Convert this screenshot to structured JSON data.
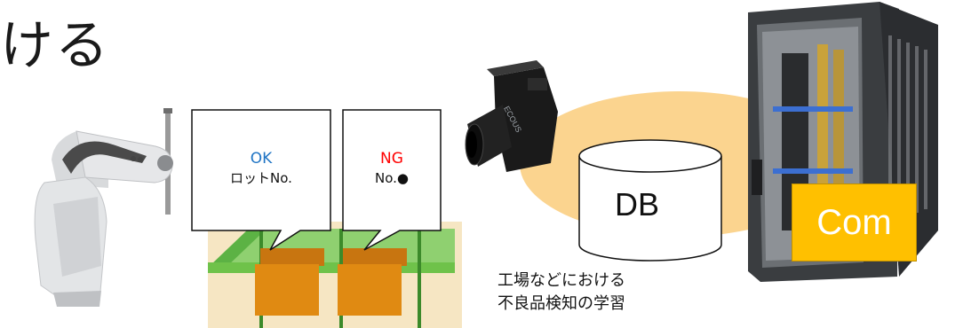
{
  "heading_fragment": "ける",
  "bubble_ok": {
    "status": "OK",
    "status_color": "#1f74c4",
    "detail": "ロットNo."
  },
  "bubble_ng": {
    "status": "NG",
    "status_color": "#ff0000",
    "detail": "No.●"
  },
  "camera": {
    "brand": "ECOUS"
  },
  "database": {
    "label": "DB"
  },
  "computer": {
    "label": "Com"
  },
  "caption": {
    "line1": "工場などにおける",
    "line2": "不良品検知の学習"
  },
  "colors": {
    "accent_orange": "#e08a12",
    "conveyor_green": "#6fc24a",
    "background_tan": "#f6e6c3",
    "ellipse_highlight": "#fbd48f",
    "com_fill": "#ffc000"
  }
}
